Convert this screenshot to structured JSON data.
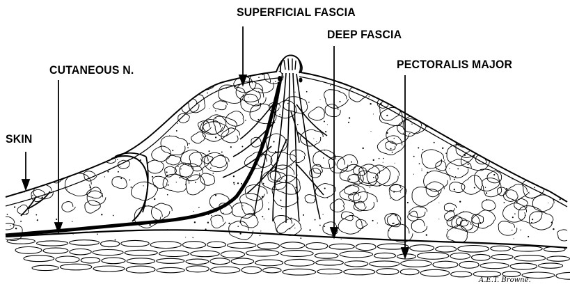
{
  "labels": {
    "superficial_fascia": "SUPERFICIAL FASCIA",
    "deep_fascia": "DEEP FASCIA",
    "cutaneous_n": "CUTANEOUS N.",
    "pectoralis_major": "PECTORALIS MAJOR",
    "skin": "SKIN"
  },
  "signature": "A.E.T. Browne.",
  "colors": {
    "ink": "#000000",
    "paper": "#ffffff"
  }
}
